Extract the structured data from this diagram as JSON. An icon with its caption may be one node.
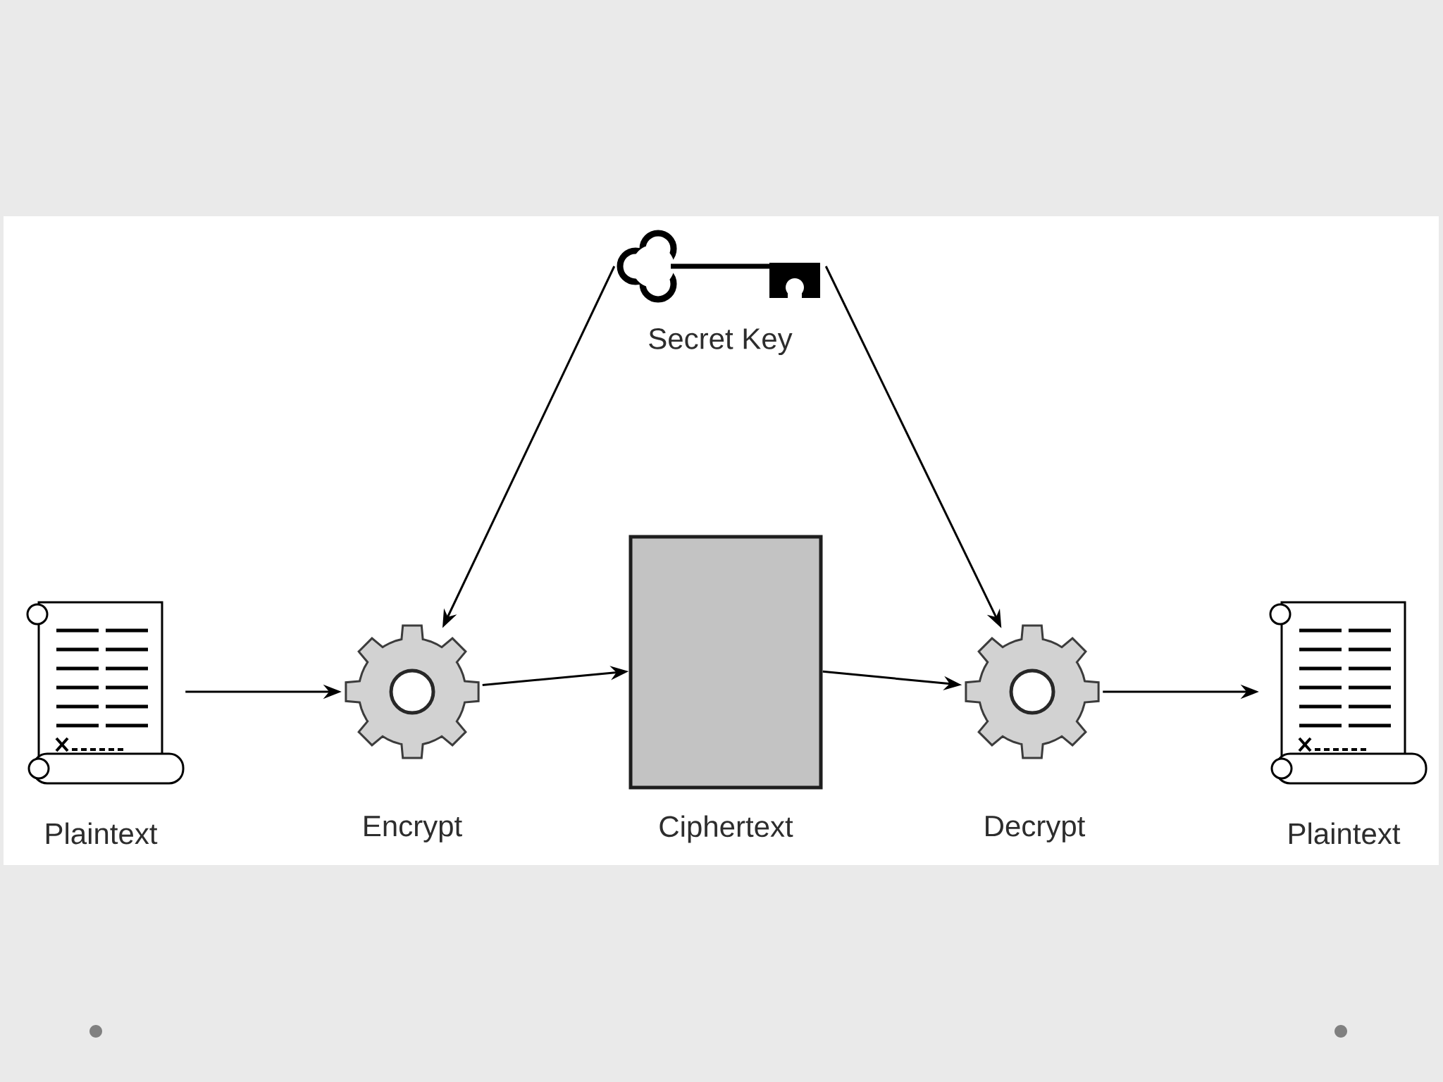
{
  "diagram": {
    "nodes": [
      {
        "text": [
          "Secret Key"
        ]
      },
      {
        "text": [
          "Plaintext"
        ]
      },
      {
        "text": [
          "Encrypt"
        ]
      },
      {
        "text": [
          "Ciphertext"
        ]
      },
      {
        "text": [
          "Decrypt"
        ]
      },
      {
        "text": [
          "Plaintext"
        ]
      }
    ],
    "edges": [
      {
        "from": 0,
        "to": 2,
        "arrow": "to"
      },
      {
        "from": 0,
        "to": 4,
        "arrow": "to"
      },
      {
        "from": 1,
        "to": 2,
        "arrow": "to"
      },
      {
        "from": 2,
        "to": 3,
        "arrow": "to"
      },
      {
        "from": 3,
        "to": 4,
        "arrow": "to"
      },
      {
        "from": 4,
        "to": 5,
        "arrow": "to"
      }
    ]
  }
}
